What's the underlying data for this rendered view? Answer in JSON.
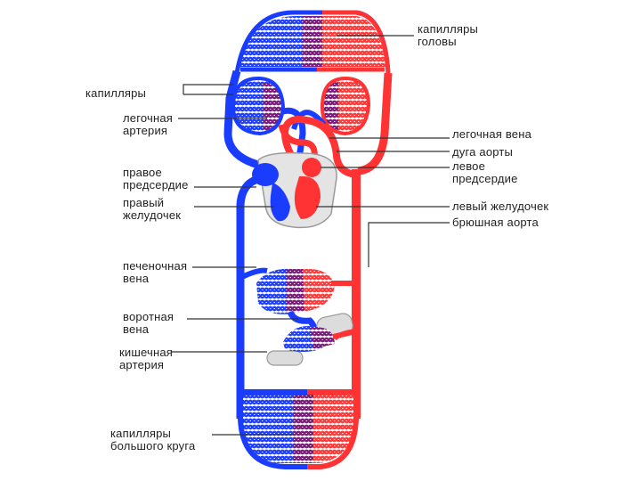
{
  "colors": {
    "arterial": "#ff3333",
    "venous": "#1a3cff",
    "mixed": "#8a1a6a",
    "line": "#333333"
  },
  "labels": {
    "head_capillaries": [
      "капилляры",
      "головы"
    ],
    "lung_capillaries": [
      "капилляры"
    ],
    "pulmonary_artery": [
      "легочная",
      "артерия"
    ],
    "right_atrium": [
      "правое",
      "предсердие"
    ],
    "right_ventricle": [
      "правый",
      "желудочек"
    ],
    "hepatic_vein": [
      "печеночная",
      "вена"
    ],
    "portal_vein": [
      "воротная",
      "вена"
    ],
    "intestinal_artery": [
      "кишечная",
      "артерия"
    ],
    "systemic_capillaries": [
      "капилляры",
      "большого круга"
    ],
    "pulmonary_vein": [
      "легочная вена"
    ],
    "aortic_arch": [
      "дуга аорты"
    ],
    "left_atrium": [
      "левое",
      "предсердие"
    ],
    "left_ventricle": [
      "левый желудочек"
    ],
    "abdominal_aorta": [
      "брюшная аорта"
    ]
  }
}
